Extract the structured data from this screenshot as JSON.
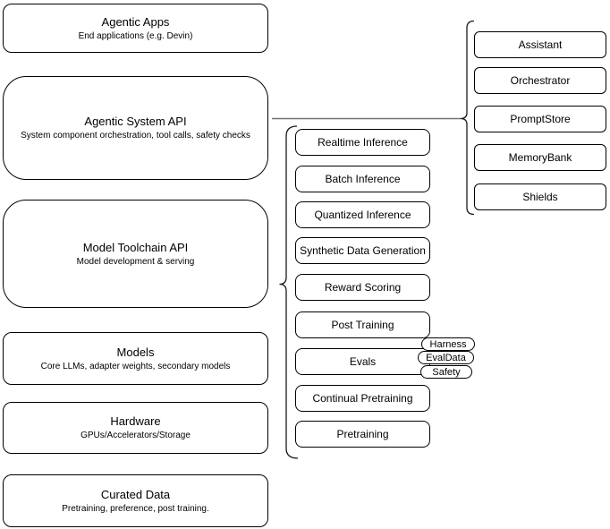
{
  "diagram": {
    "left_stack": [
      {
        "title": "Agentic Apps",
        "subtitle": "End applications (e.g. Devin)"
      },
      {
        "title": "Agentic System API",
        "subtitle": "System component orchestration, tool calls, safety checks"
      },
      {
        "title": "Model Toolchain API",
        "subtitle": "Model development & serving"
      },
      {
        "title": "Models",
        "subtitle": "Core LLMs, adapter weights, secondary models"
      },
      {
        "title": "Hardware",
        "subtitle": "GPUs/Accelerators/Storage"
      },
      {
        "title": "Curated Data",
        "subtitle": "Pretraining, preference, post training."
      }
    ],
    "toolchain_items": [
      "Realtime Inference",
      "Batch Inference",
      "Quantized Inference",
      "Synthetic Data Generation",
      "Reward Scoring",
      "Post Training",
      "Evals",
      "Continual Pretraining",
      "Pretraining"
    ],
    "eval_tags": [
      "Harness",
      "EvalData",
      "Safety"
    ],
    "system_components": [
      "Assistant",
      "Orchestrator",
      "PromptStore",
      "MemoryBank",
      "Shields"
    ],
    "colors": {
      "shape_stroke": "#000000",
      "shape_fill": "#ffffff",
      "connector_line": "#737373",
      "text": "#000000"
    }
  }
}
